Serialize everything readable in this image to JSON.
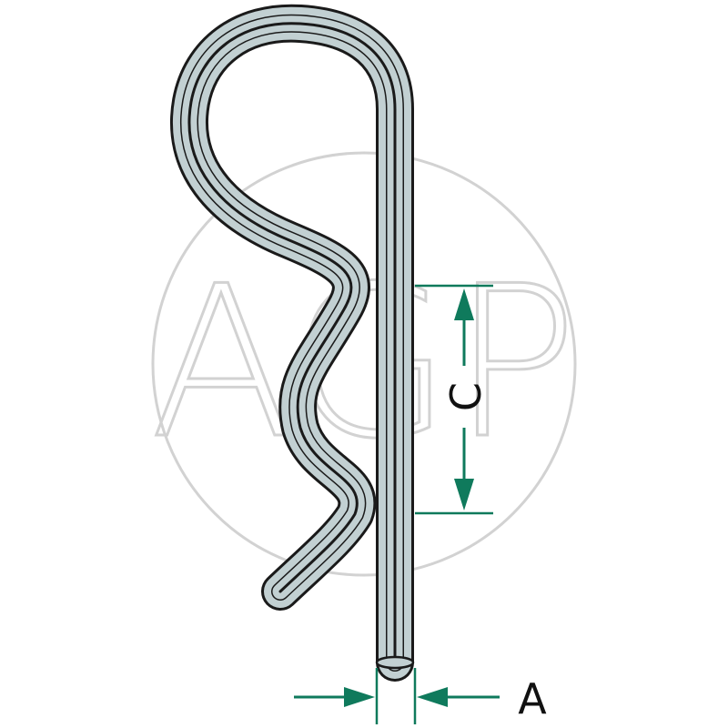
{
  "watermark": {
    "text": "AGP",
    "color": "#d2d2d2"
  },
  "dimensions": {
    "c_label": "C",
    "a_label": "A"
  },
  "colors": {
    "dimension_lines": "#0f7a5c",
    "pin_fill": "#c2d0d2",
    "pin_outline": "#1a1a1a"
  }
}
